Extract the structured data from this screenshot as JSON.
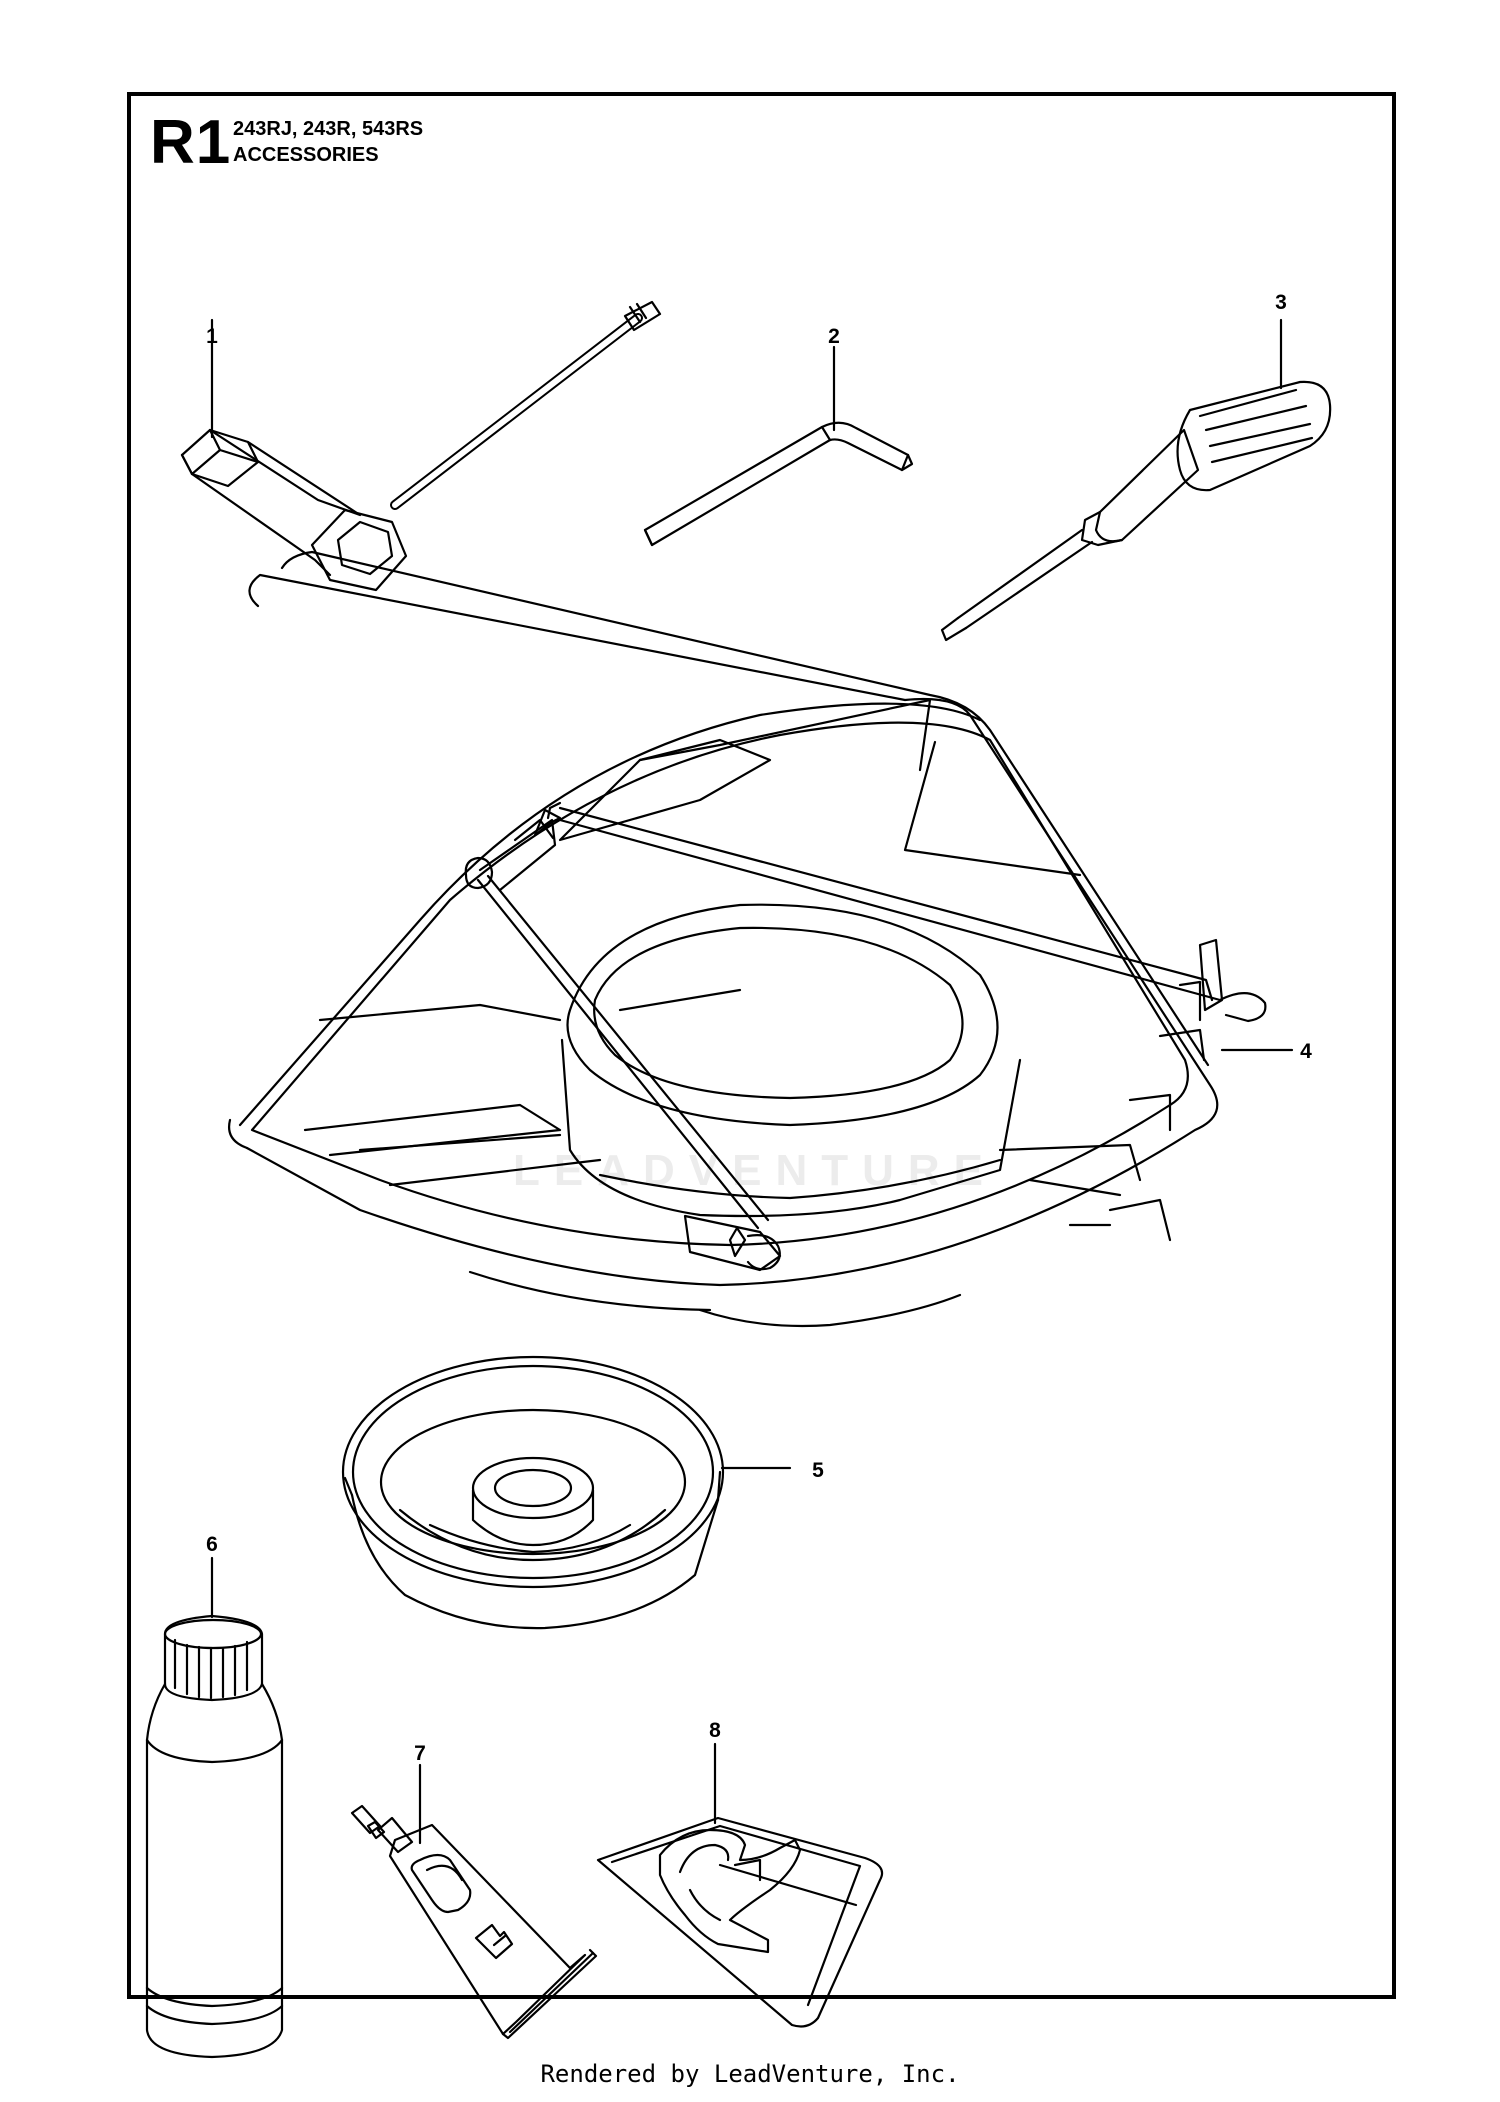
{
  "header": {
    "ref_code": "R1",
    "models": "243RJ, 243R, 543RS",
    "section": "ACCESSORIES"
  },
  "callouts": [
    "1",
    "2",
    "3",
    "4",
    "5",
    "6",
    "7",
    "8"
  ],
  "watermark": "LEADVENTURE",
  "footer": "Rendered by LeadVenture, Inc."
}
